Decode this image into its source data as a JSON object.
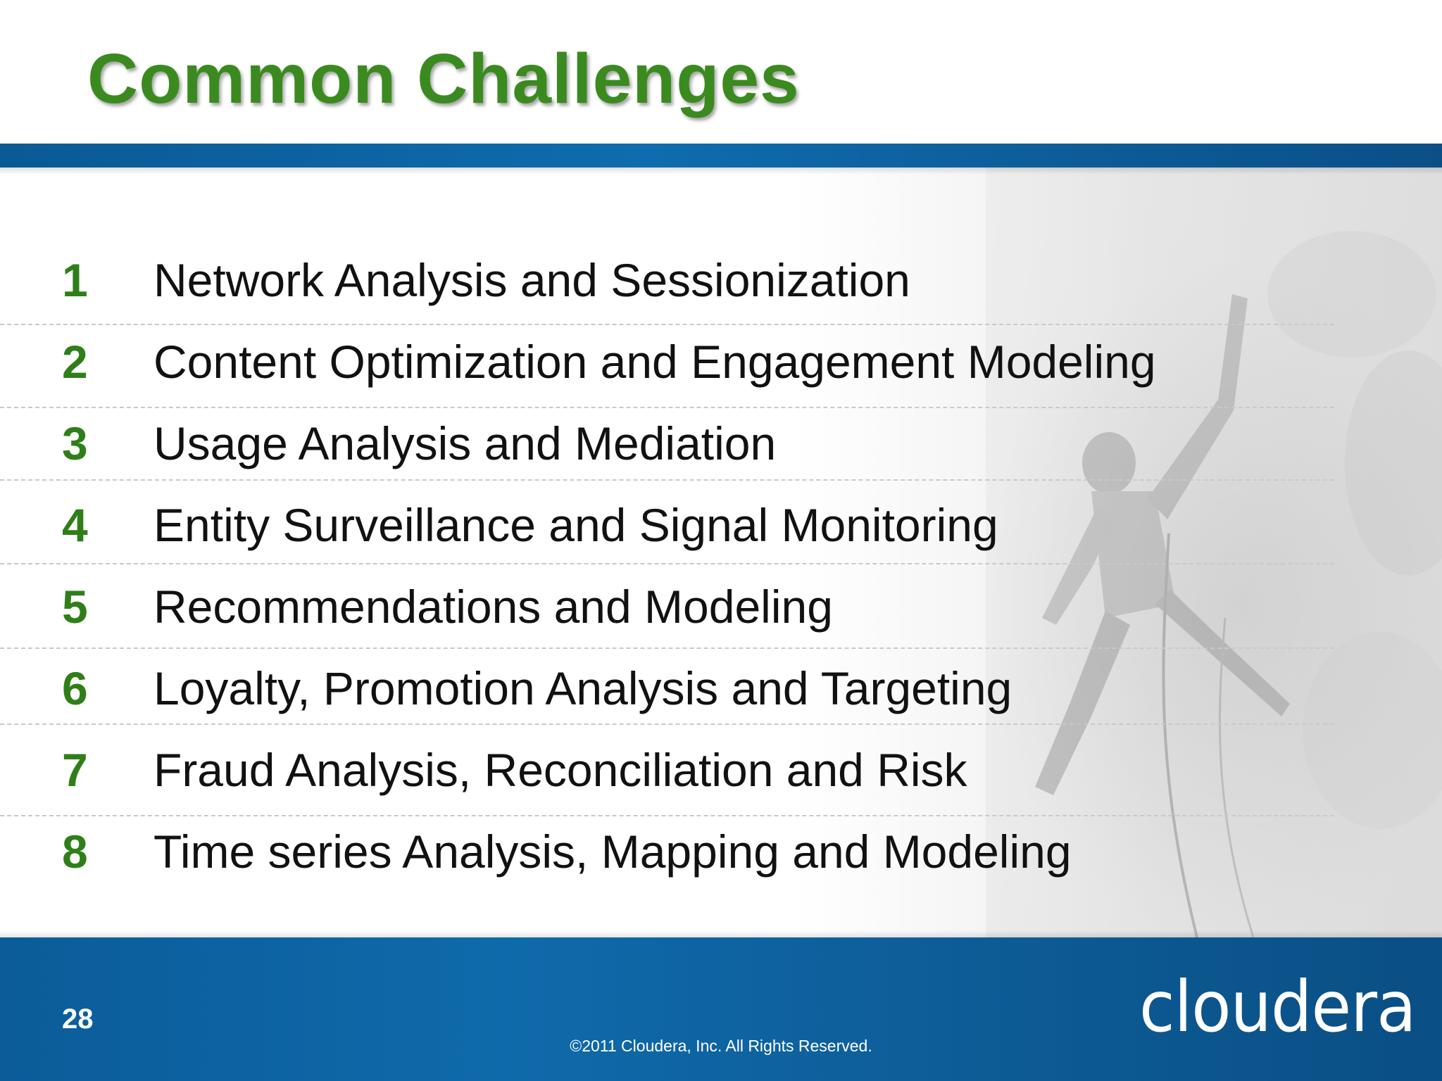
{
  "slide": {
    "title": "Common Challenges",
    "items": [
      {
        "number": "1",
        "text": "Network Analysis and Sessionization"
      },
      {
        "number": "2",
        "text": "Content Optimization and Engagement Modeling"
      },
      {
        "number": "3",
        "text": "Usage Analysis and Mediation"
      },
      {
        "number": "4",
        "text": "Entity Surveillance and Signal Monitoring"
      },
      {
        "number": "5",
        "text": "Recommendations and Modeling"
      },
      {
        "number": "6",
        "text": "Loyalty, Promotion Analysis and Targeting"
      },
      {
        "number": "7",
        "text": "Fraud Analysis, Reconciliation and Risk"
      },
      {
        "number": "8",
        "text": "Time series Analysis, Mapping and Modeling"
      }
    ]
  },
  "footer": {
    "page_number": "28",
    "copyright": "©2011 Cloudera, Inc. All Rights Reserved.",
    "logo": "cloudera"
  },
  "colors": {
    "title_green": "#3b8a1f",
    "number_green": "#2f7f19",
    "band_blue": "#0f6aab"
  },
  "icons": {
    "background_photo": "rock-climber-photo"
  }
}
